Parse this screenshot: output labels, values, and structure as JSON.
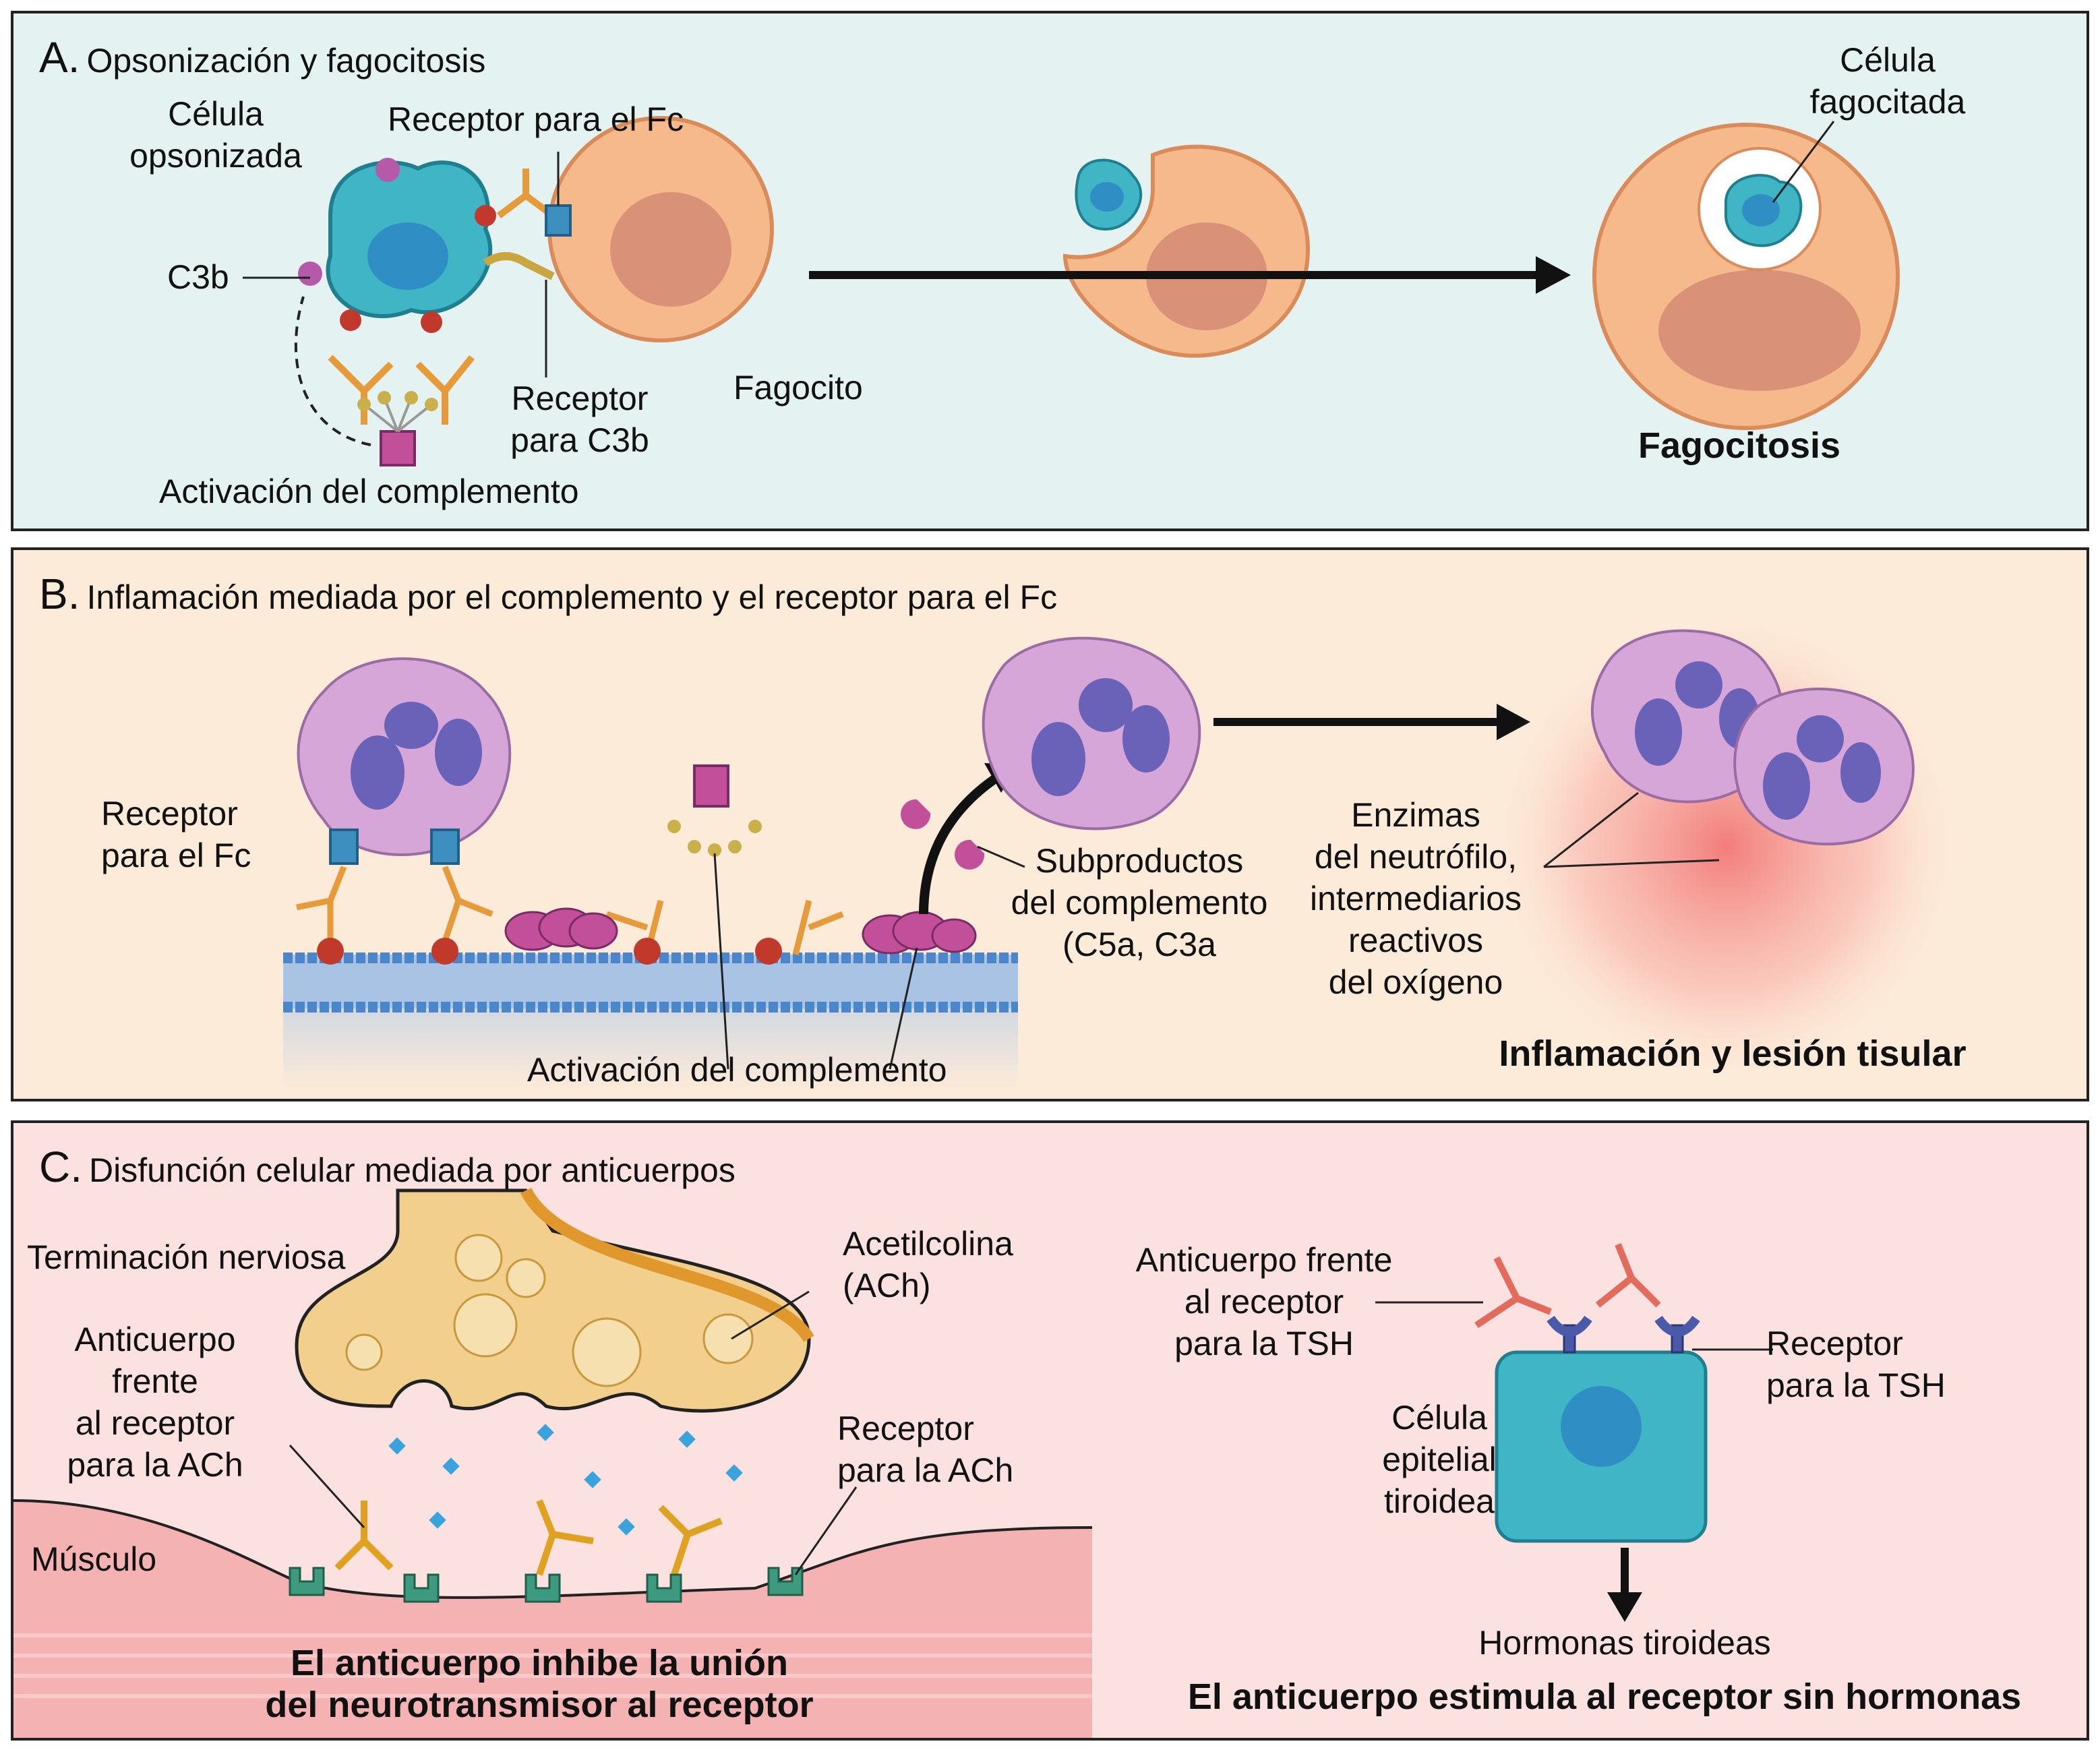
{
  "panel_a": {
    "letter": "A.",
    "title": "Opsonización y fagocitosis",
    "labels": {
      "opsonized_cell": "Célula\nopsonizada",
      "fc_receptor": "Receptor para el Fc",
      "c3b": "C3b",
      "c3b_receptor": "Receptor\npara C3b",
      "phagocyte": "Fagocito",
      "complement_activation": "Activación del complemento",
      "phagocytosed_cell": "Célula\nfagocitada",
      "phagocytosis": "Fagocitosis"
    }
  },
  "panel_b": {
    "letter": "B.",
    "title": "Inflamación mediada por el complemento y el receptor para el Fc",
    "labels": {
      "fc_receptor": "Receptor\npara el Fc",
      "complement_byproducts": "Subproductos\ndel complemento\n(C5a, C3a",
      "complement_activation": "Activación del complemento",
      "enzymes": "Enzimas\ndel neutrófilo,\nintermediarios\nreactivos\ndel oxígeno",
      "result": "Inflamación y lesión tisular"
    }
  },
  "panel_c": {
    "letter": "C.",
    "title": "Disfunción celular mediada por anticuerpos",
    "labels": {
      "nerve_ending": "Terminación nerviosa",
      "acetylcholine": "Acetilcolina\n(ACh)",
      "anti_ach_antibody": "Anticuerpo\nfrente\nal receptor\npara la ACh",
      "ach_receptor": "Receptor\npara la ACh",
      "muscle": "Músculo",
      "left_result": "El anticuerpo inhibe la unión\ndel neurotransmisor al receptor",
      "anti_tsh_antibody": "Anticuerpo frente\nal receptor\npara la TSH",
      "tsh_receptor": "Receptor\npara la TSH",
      "thyroid_cell": "Célula\nepitelial\ntiroidea",
      "thyroid_hormones": "Hormonas tiroideas",
      "right_result": "El anticuerpo estimula al receptor sin hormonas"
    }
  },
  "colors": {
    "panel_a_bg": "#e4f2f1",
    "panel_b_bg": "#fdebd9",
    "panel_c_bg": "#fbe2e1",
    "phagocyte": "#f6b98c",
    "target_cell": "#3fb5c5",
    "neutrophil": "#d7a6d8",
    "nucleus": "#6a62b8",
    "antibody": "#e79a3a",
    "complement": "#c24f9a",
    "receptor_blue": "#3d8fbf",
    "ach_receptor": "#3d9a7f",
    "tsh_antibody": "#e26b5c"
  }
}
